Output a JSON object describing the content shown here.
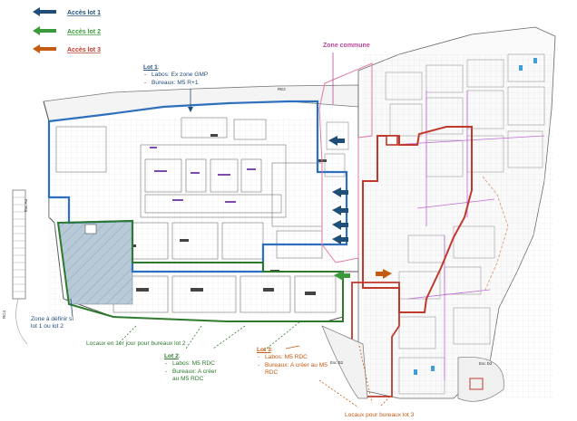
{
  "colors": {
    "lot1": "#1f4e79",
    "lot2": "#3a9a3a",
    "lot3": "#c55a11",
    "zone_commune": "#b5489b",
    "lot1_outline": "#2f6fbf",
    "lot2_outline": "#2d7a2d",
    "lot3_outline": "#c0392b",
    "hatch_zone": "#b8cad8"
  },
  "legend": [
    {
      "label": "Accès lot 1",
      "color": "#1f4e79",
      "icon": "arrow-left-icon"
    },
    {
      "label": "Accès lot 2",
      "color": "#3a9a3a",
      "icon": "arrow-left-icon"
    },
    {
      "label": "Accès lot 3",
      "color": "#c55a11",
      "icon": "arrow-left-icon"
    }
  ],
  "zone_commune": "Zone commune",
  "lot1": {
    "title": "Lot 1",
    "items": [
      "Labos: Ex zone GMP",
      "Bureaux: M5 R+1"
    ]
  },
  "lot2": {
    "title": "Lot 2",
    "items": [
      "Labos: M5 RDC",
      "Bureaux: A créer au M5 RDC"
    ]
  },
  "lot3": {
    "title": "Lot 3",
    "items": [
      "Labos: M5 RDC",
      "Bureaux: A créer au M5 RDC"
    ]
  },
  "zone_a_definir": "Zone à définir si lot 1 ou lot 2",
  "locaux_lot2": "Locaux en 1er jour pour bureaux lot 2",
  "locaux_lot3": "Locaux pour bureaux lot 3",
  "plan_labels": {
    "esc_a4": "Esc A4",
    "rc4": "RC4",
    "re2": "RE2",
    "esc_b2": "Esc B2",
    "esc_d2": "Esc D2"
  }
}
